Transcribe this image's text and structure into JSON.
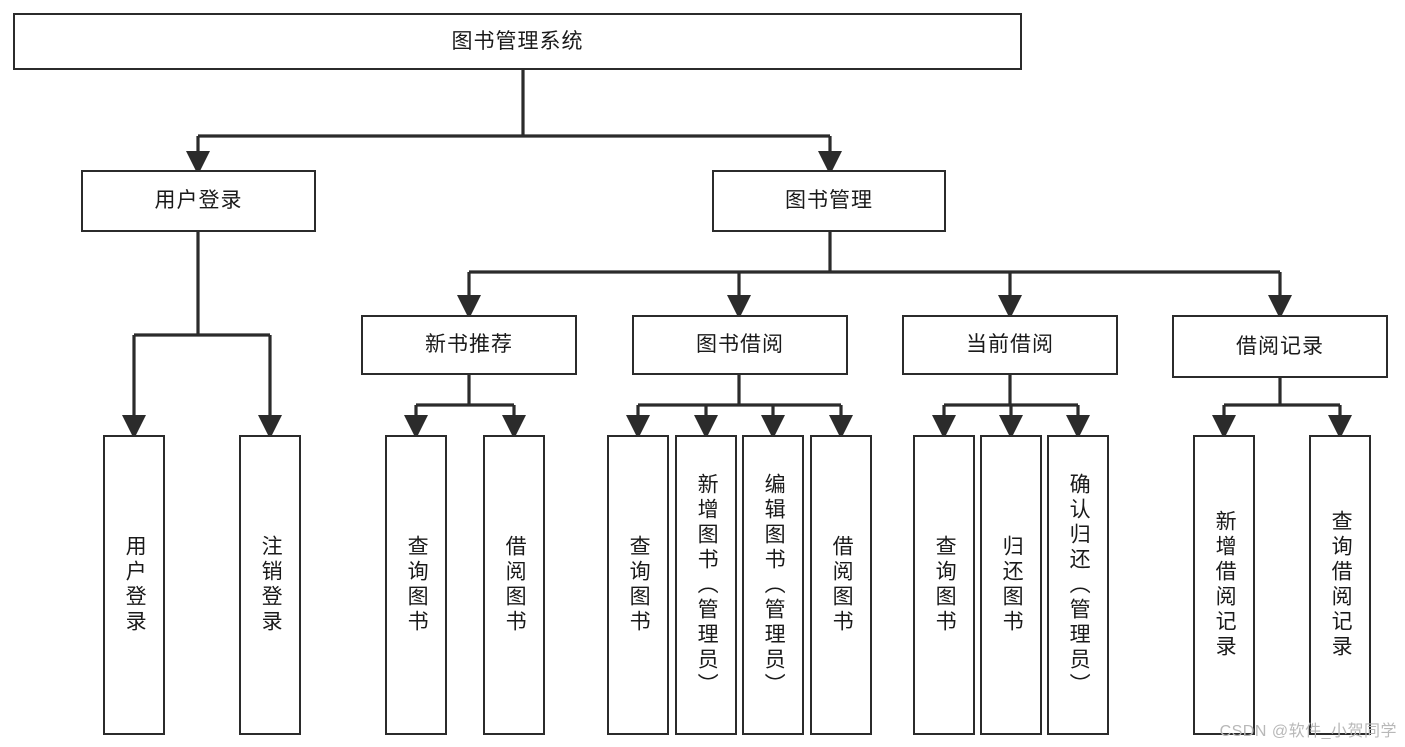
{
  "diagram": {
    "type": "hierarchy-tree",
    "title": "图书管理系统",
    "background": "#ffffff",
    "stroke_color": "#2b2b2b",
    "nodes": {
      "root": {
        "label": "图书管理系统"
      },
      "level1": [
        {
          "id": "user-login",
          "label": "用户登录"
        },
        {
          "id": "book-manage",
          "label": "图书管理"
        }
      ],
      "level2": [
        {
          "id": "new-book-recommend",
          "label": "新书推荐"
        },
        {
          "id": "book-borrow",
          "label": "图书借阅"
        },
        {
          "id": "current-borrow",
          "label": "当前借阅"
        },
        {
          "id": "borrow-record",
          "label": "借阅记录"
        }
      ],
      "leaves": {
        "user_login": [
          {
            "id": "leaf-user-login",
            "label": "用户登录"
          },
          {
            "id": "leaf-logout-login",
            "label": "注销登录"
          }
        ],
        "new_book_recommend": [
          {
            "id": "leaf-query-book-1",
            "label": "查询图书"
          },
          {
            "id": "leaf-borrow-book-1",
            "label": "借阅图书"
          }
        ],
        "book_borrow": [
          {
            "id": "leaf-query-book-2",
            "label": "查询图书"
          },
          {
            "id": "leaf-add-book",
            "label": "新增图书（管理员）"
          },
          {
            "id": "leaf-edit-book",
            "label": "编辑图书（管理员）"
          },
          {
            "id": "leaf-borrow-book-2",
            "label": "借阅图书"
          }
        ],
        "current_borrow": [
          {
            "id": "leaf-query-book-3",
            "label": "查询图书"
          },
          {
            "id": "leaf-return-book",
            "label": "归还图书"
          },
          {
            "id": "leaf-confirm-return",
            "label": "确认归还（管理员）"
          }
        ],
        "borrow_record": [
          {
            "id": "leaf-add-record",
            "label": "新增借阅记录"
          },
          {
            "id": "leaf-query-record",
            "label": "查询借阅记录"
          }
        ]
      }
    },
    "watermark": "CSDN @软件_小贺同学"
  }
}
